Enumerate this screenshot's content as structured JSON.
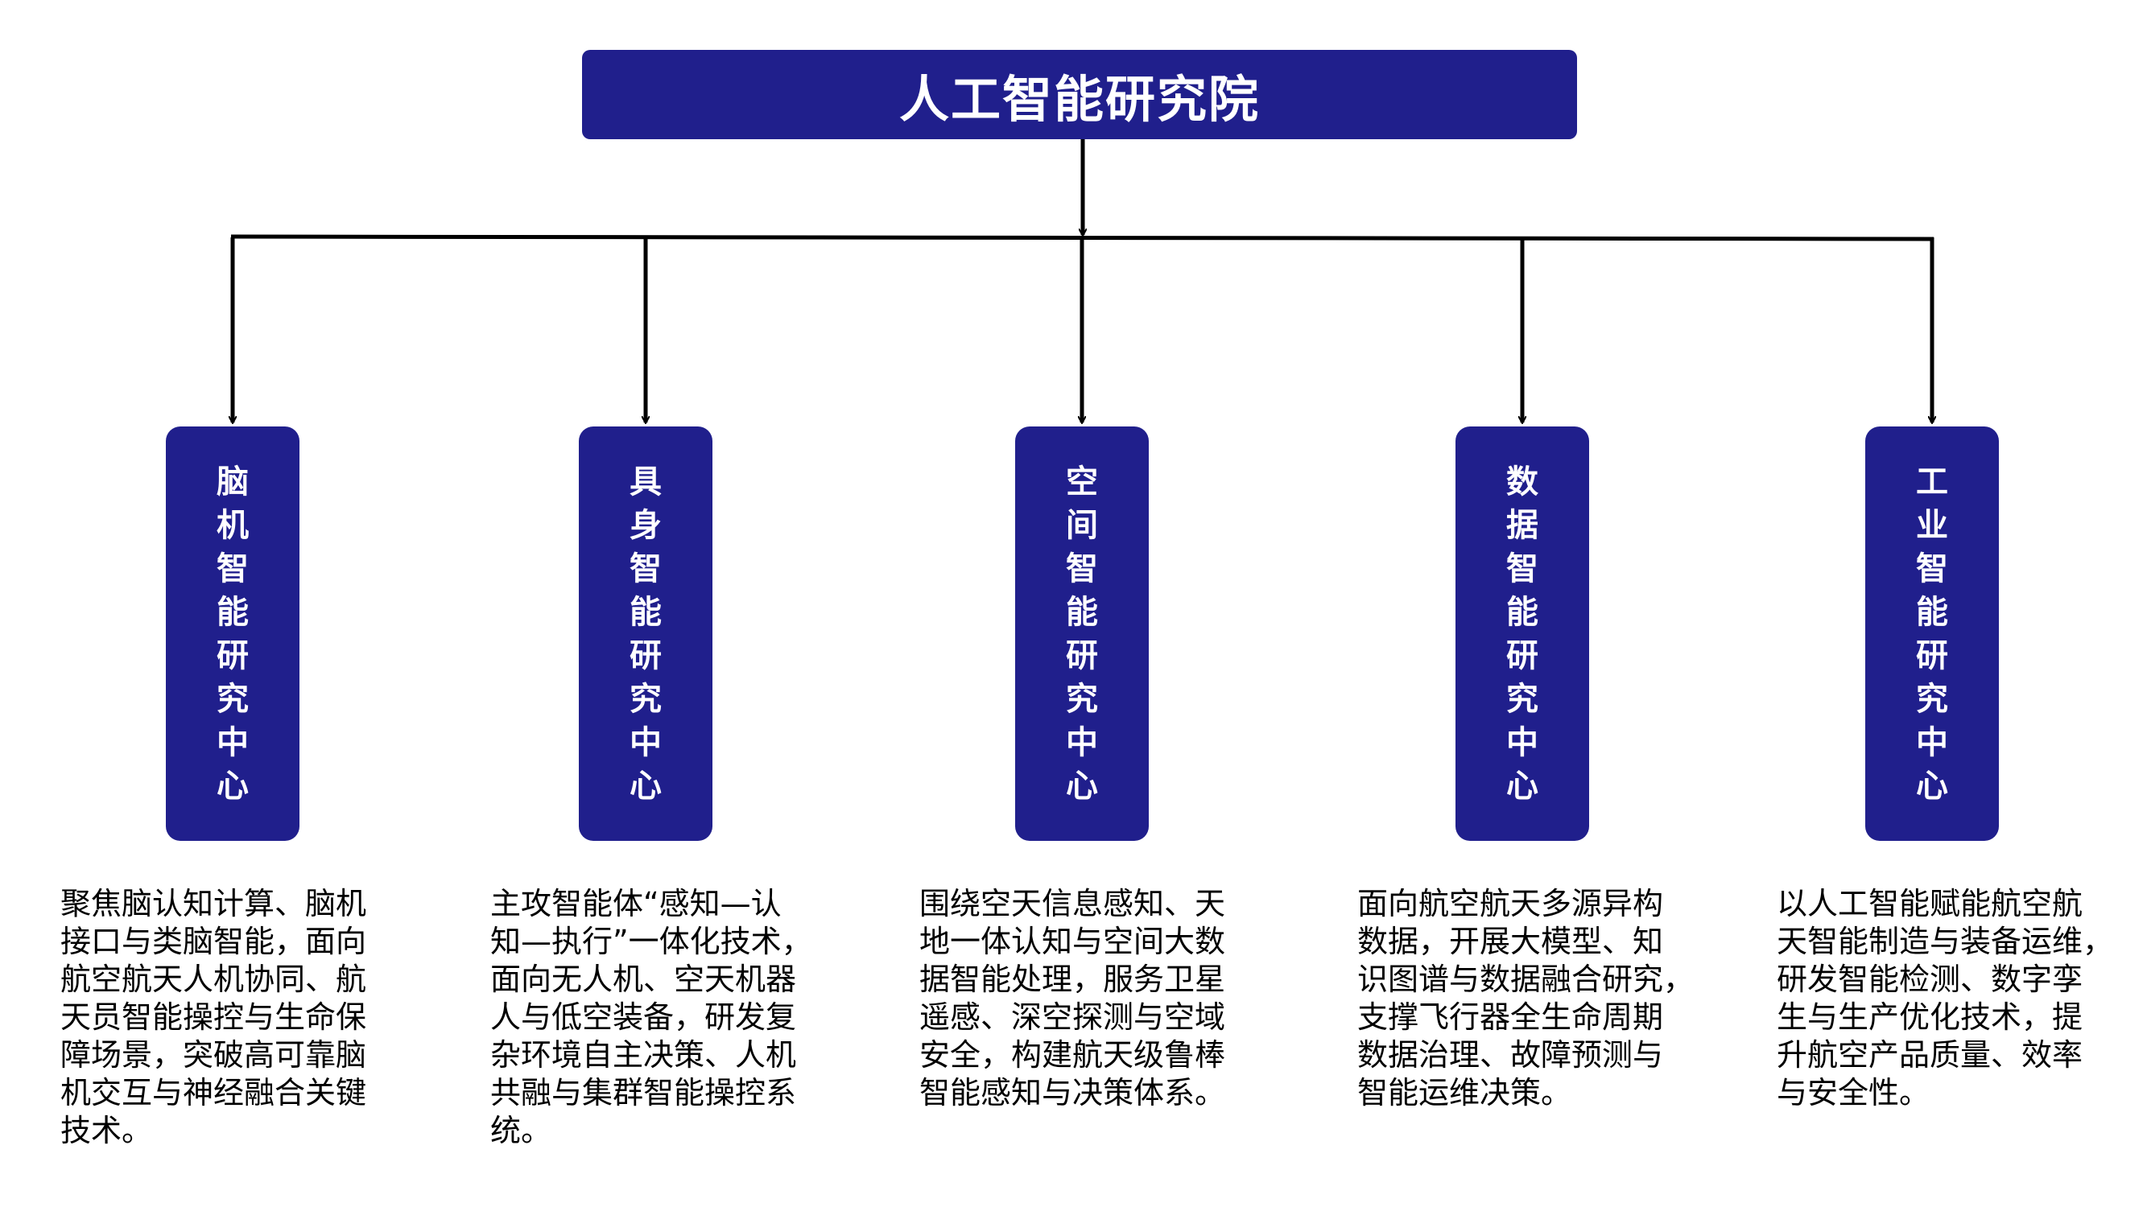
{
  "title": "人工智能研究院",
  "colors": {
    "box": "#201f8c",
    "line": "#000000"
  },
  "centers": [
    {
      "name": "脑机智能研究中心",
      "desc": [
        "聚焦脑认知计算、脑机",
        "接口与类脑智能，面向",
        "航空航天人机协同、航",
        "天员智能操控与生命保",
        "障场景，突破高可靠脑",
        "机交互与神经融合关键",
        "技术。"
      ]
    },
    {
      "name": "具身智能研究中心",
      "desc": [
        "主攻智能体“感知—认",
        "知—执行”一体化技术，",
        "面向无人机、空天机器",
        "人与低空装备，研发复",
        "杂环境自主决策、人机",
        "共融与集群智能操控系",
        "统。"
      ]
    },
    {
      "name": "空间智能研究中心",
      "desc": [
        "围绕空天信息感知、天",
        "地一体认知与空间大数",
        "据智能处理，服务卫星",
        "遥感、深空探测与空域",
        "安全，构建航天级鲁棒",
        "智能感知与决策体系。"
      ]
    },
    {
      "name": "数据智能研究中心",
      "desc": [
        "面向航空航天多源异构",
        "数据，开展大模型、知",
        "识图谱与数据融合研究，",
        "支撑飞行器全生命周期",
        "数据治理、故障预测与",
        "智能运维决策。"
      ]
    },
    {
      "name": "工业智能研究中心",
      "desc": [
        "以人工智能赋能航空航",
        "天智能制造与装备运维，",
        "研发智能检测、数字孪",
        "生与生产优化技术，提",
        "升航空产品质量、效率",
        "与安全性。"
      ]
    }
  ]
}
